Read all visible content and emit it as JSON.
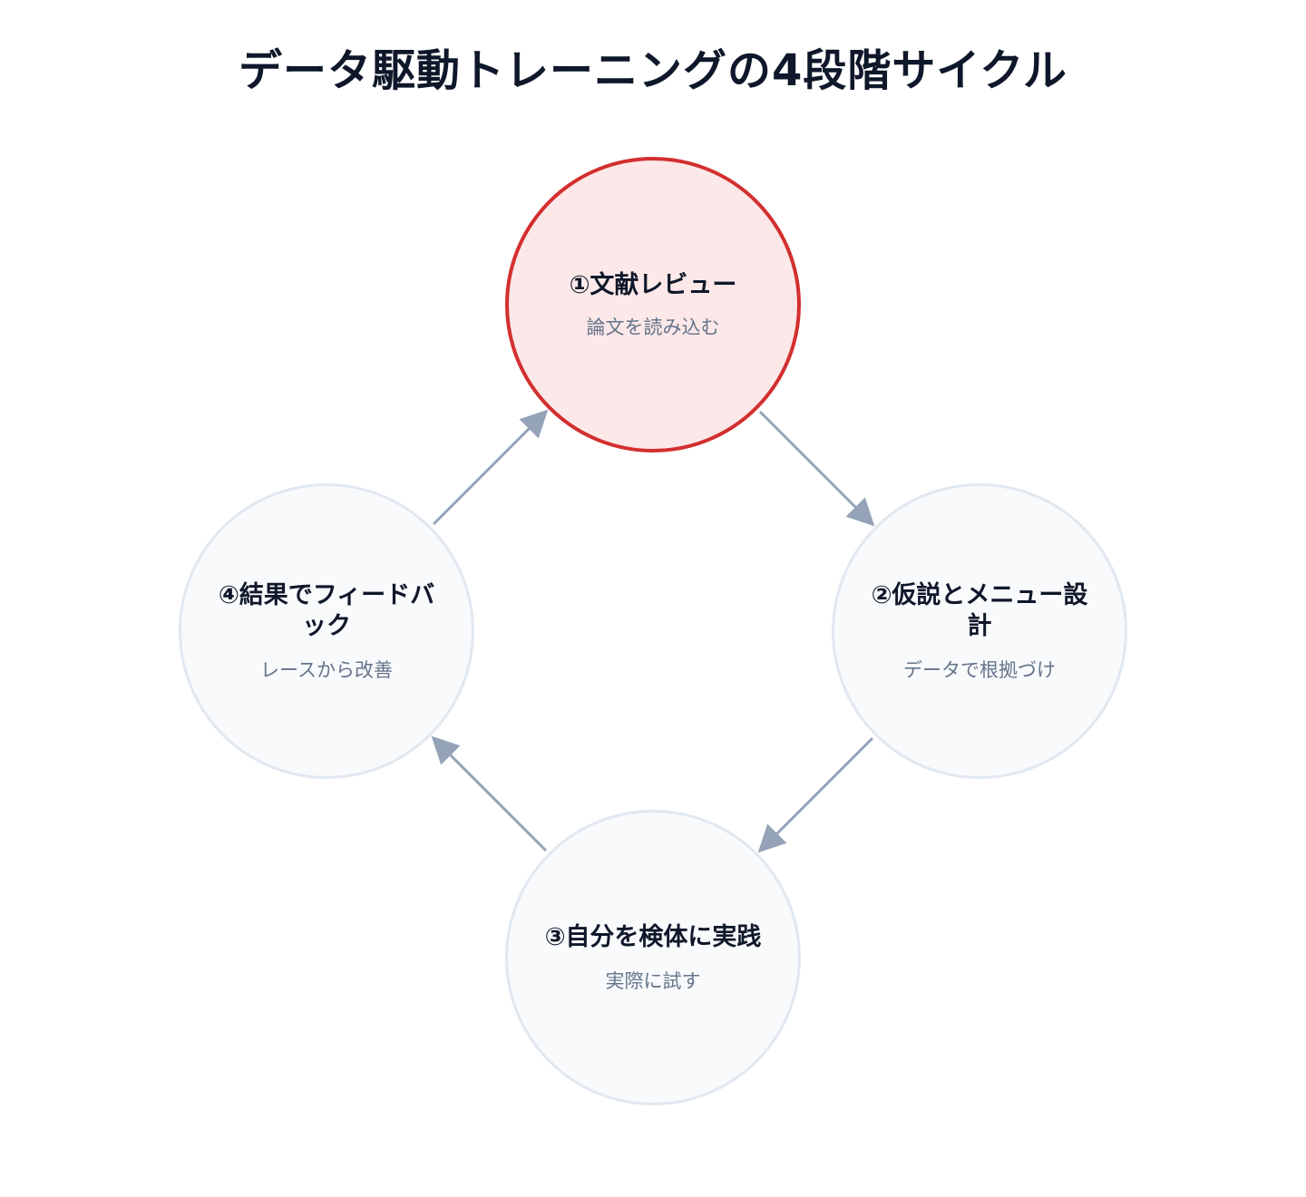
{
  "title": "データ駆動トレーニングの4段階サイクル",
  "colors": {
    "active_border": "#d32f2f",
    "active_fill": "#fce8e8",
    "node_border": "#e2e8f0",
    "node_fill": "#f8fafc",
    "arrow": "#94a3b8",
    "title_text": "#0f172a",
    "sub_text": "#64748b"
  },
  "steps": [
    {
      "label": "①文献レビュー",
      "description": "論文を読み込む",
      "active": true
    },
    {
      "label": "②仮説とメニュー設計",
      "description": "データで根拠づけ",
      "active": false
    },
    {
      "label": "③自分を検体に実践",
      "description": "実際に試す",
      "active": false
    },
    {
      "label": "④結果でフィードバック",
      "description": "レースから改善",
      "active": false
    }
  ]
}
